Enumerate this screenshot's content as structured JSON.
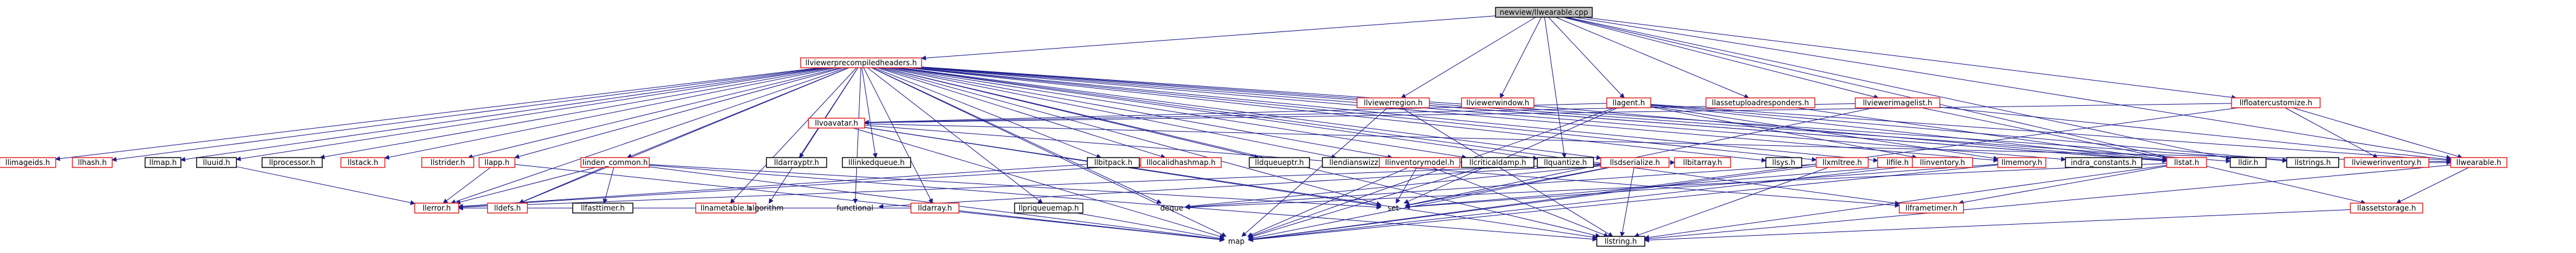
{
  "graph": {
    "root": "newview/llwearable.cpp",
    "colors": {
      "edge": "#1a1a8c",
      "missing_border": "#e02020",
      "root_fill": "#bfbfbf"
    },
    "nodes": [
      {
        "id": "root",
        "label": "newview/llwearable.cpp",
        "style": "gray"
      },
      {
        "id": "pch",
        "label": "llviewerprecompiledheaders.h",
        "style": "red"
      },
      {
        "id": "llviewerregion",
        "label": "llviewerregion.h",
        "style": "red"
      },
      {
        "id": "llviewerwindow",
        "label": "llviewerwindow.h",
        "style": "red"
      },
      {
        "id": "llagent",
        "label": "llagent.h",
        "style": "red"
      },
      {
        "id": "llassetuploadresponders",
        "label": "llassetuploadresponders.h",
        "style": "red"
      },
      {
        "id": "llviewerimagelist",
        "label": "llviewerimagelist.h",
        "style": "red"
      },
      {
        "id": "llfloatercustomize",
        "label": "llfloatercustomize.h",
        "style": "red"
      },
      {
        "id": "llimageids",
        "label": "llimageids.h",
        "style": "red"
      },
      {
        "id": "llhash",
        "label": "llhash.h",
        "style": "red"
      },
      {
        "id": "llmap",
        "label": "llmap.h",
        "style": "black"
      },
      {
        "id": "lluuid",
        "label": "lluuid.h",
        "style": "black"
      },
      {
        "id": "llprocessor",
        "label": "llprocessor.h",
        "style": "black"
      },
      {
        "id": "llstack",
        "label": "llstack.h",
        "style": "red"
      },
      {
        "id": "llstrider",
        "label": "llstrider.h",
        "style": "red"
      },
      {
        "id": "llapp",
        "label": "llapp.h",
        "style": "red"
      },
      {
        "id": "linden_common",
        "label": "linden_common.h",
        "style": "red"
      },
      {
        "id": "lldarrayptr",
        "label": "lldarrayptr.h",
        "style": "black"
      },
      {
        "id": "lllinkedqueue",
        "label": "lllinkedqueue.h",
        "style": "black"
      },
      {
        "id": "llbitpack",
        "label": "llbitpack.h",
        "style": "black"
      },
      {
        "id": "lllocalidhashmap",
        "label": "lllocalidhashmap.h",
        "style": "red"
      },
      {
        "id": "llvoavatar",
        "label": "llvoavatar.h",
        "style": "red"
      },
      {
        "id": "lldqueueptr",
        "label": "lldqueueptr.h",
        "style": "black"
      },
      {
        "id": "llendianswizzle",
        "label": "llendianswizzle.h",
        "style": "black"
      },
      {
        "id": "llinventorymodel",
        "label": "llinventorymodel.h",
        "style": "red"
      },
      {
        "id": "llcriticaldamp",
        "label": "llcriticaldamp.h",
        "style": "black"
      },
      {
        "id": "llquantize",
        "label": "llquantize.h",
        "style": "black"
      },
      {
        "id": "llsdserialize",
        "label": "llsdserialize.h",
        "style": "red"
      },
      {
        "id": "llbitarray",
        "label": "llbitarray.h",
        "style": "red"
      },
      {
        "id": "llsys",
        "label": "llsys.h",
        "style": "black"
      },
      {
        "id": "llxmltree",
        "label": "llxmltree.h",
        "style": "red"
      },
      {
        "id": "llfile",
        "label": "llfile.h",
        "style": "red"
      },
      {
        "id": "llinventory",
        "label": "llinventory.h",
        "style": "red"
      },
      {
        "id": "llmemory",
        "label": "llmemory.h",
        "style": "red"
      },
      {
        "id": "indra_constants",
        "label": "indra_constants.h",
        "style": "black"
      },
      {
        "id": "llstat",
        "label": "llstat.h",
        "style": "red"
      },
      {
        "id": "lldir",
        "label": "lldir.h",
        "style": "black"
      },
      {
        "id": "llstrings",
        "label": "llstrings.h",
        "style": "black"
      },
      {
        "id": "llviewerinventory",
        "label": "llviewerinventory.h",
        "style": "red"
      },
      {
        "id": "llwearable",
        "label": "llwearable.h",
        "style": "red"
      },
      {
        "id": "llerror",
        "label": "llerror.h",
        "style": "red"
      },
      {
        "id": "lldefs",
        "label": "lldefs.h",
        "style": "red"
      },
      {
        "id": "llfasttimer",
        "label": "llfasttimer.h",
        "style": "black"
      },
      {
        "id": "llnametable",
        "label": "llnametable.h",
        "style": "red"
      },
      {
        "id": "lldarray",
        "label": "lldarray.h",
        "style": "red"
      },
      {
        "id": "llpriqueuemap",
        "label": "llpriqueuemap.h",
        "style": "black"
      },
      {
        "id": "llframetimer",
        "label": "llframetimer.h",
        "style": "red"
      },
      {
        "id": "llassetstorage",
        "label": "llassetstorage.h",
        "style": "red"
      },
      {
        "id": "llstring",
        "label": "llstring.h",
        "style": "black"
      },
      {
        "id": "algorithm",
        "label": "algorithm",
        "style": "none"
      },
      {
        "id": "functional",
        "label": "functional",
        "style": "none"
      },
      {
        "id": "deque",
        "label": "deque",
        "style": "none"
      },
      {
        "id": "set",
        "label": "set",
        "style": "none"
      },
      {
        "id": "map",
        "label": "map",
        "style": "none"
      }
    ],
    "edges": [
      [
        "root",
        "pch"
      ],
      [
        "root",
        "llviewerregion"
      ],
      [
        "root",
        "llviewerwindow"
      ],
      [
        "root",
        "llagent"
      ],
      [
        "root",
        "llassetuploadresponders"
      ],
      [
        "root",
        "llviewerimagelist"
      ],
      [
        "root",
        "llfloatercustomize"
      ],
      [
        "root",
        "llwearable"
      ],
      [
        "root",
        "llassetstorage"
      ],
      [
        "root",
        "llquantize"
      ],
      [
        "root",
        "lldir"
      ],
      [
        "pch",
        "llimageids"
      ],
      [
        "pch",
        "llhash"
      ],
      [
        "pch",
        "llmap"
      ],
      [
        "pch",
        "lluuid"
      ],
      [
        "pch",
        "llprocessor"
      ],
      [
        "pch",
        "llstack"
      ],
      [
        "pch",
        "llstrider"
      ],
      [
        "pch",
        "llapp"
      ],
      [
        "pch",
        "linden_common"
      ],
      [
        "pch",
        "lldarrayptr"
      ],
      [
        "pch",
        "lllinkedqueue"
      ],
      [
        "pch",
        "llbitpack"
      ],
      [
        "pch",
        "lllocalidhashmap"
      ],
      [
        "pch",
        "lldqueueptr"
      ],
      [
        "pch",
        "llendianswizzle"
      ],
      [
        "pch",
        "llinventorymodel"
      ],
      [
        "pch",
        "llcriticaldamp"
      ],
      [
        "pch",
        "llquantize"
      ],
      [
        "pch",
        "llsdserialize"
      ],
      [
        "pch",
        "llsys"
      ],
      [
        "pch",
        "llxmltree"
      ],
      [
        "pch",
        "llfile"
      ],
      [
        "pch",
        "llmemory"
      ],
      [
        "pch",
        "indra_constants"
      ],
      [
        "pch",
        "llstat"
      ],
      [
        "pch",
        "lldir"
      ],
      [
        "pch",
        "llstrings"
      ],
      [
        "pch",
        "llnametable"
      ],
      [
        "pch",
        "lldarray"
      ],
      [
        "pch",
        "llpriqueuemap"
      ],
      [
        "pch",
        "algorithm"
      ],
      [
        "pch",
        "functional"
      ],
      [
        "pch",
        "deque"
      ],
      [
        "pch",
        "set"
      ],
      [
        "pch",
        "map"
      ],
      [
        "pch",
        "llstring"
      ],
      [
        "pch",
        "llframetimer"
      ],
      [
        "pch",
        "lldefs"
      ],
      [
        "pch",
        "llerror"
      ],
      [
        "linden_common",
        "llerror"
      ],
      [
        "linden_common",
        "lldefs"
      ],
      [
        "linden_common",
        "llfasttimer"
      ],
      [
        "linden_common",
        "llstring"
      ],
      [
        "linden_common",
        "map"
      ],
      [
        "linden_common",
        "set"
      ],
      [
        "llapp",
        "llerror"
      ],
      [
        "llapp",
        "map"
      ],
      [
        "lluuid",
        "llerror"
      ],
      [
        "llbitpack",
        "llerror"
      ],
      [
        "lllocalidhashmap",
        "llerror"
      ],
      [
        "llsdserialize",
        "map"
      ],
      [
        "llsdserialize",
        "llbitarray"
      ],
      [
        "llsdserialize",
        "llerror"
      ],
      [
        "llsdserialize",
        "functional"
      ],
      [
        "llsdserialize",
        "deque"
      ],
      [
        "llsdserialize",
        "set"
      ],
      [
        "llsdserialize",
        "llstring"
      ],
      [
        "lldarray",
        "map"
      ],
      [
        "lldarray",
        "llerror"
      ],
      [
        "llpriqueuemap",
        "map"
      ],
      [
        "llxmltree",
        "deque"
      ],
      [
        "llxmltree",
        "map"
      ],
      [
        "llxmltree",
        "llstring"
      ],
      [
        "llinventorymodel",
        "map"
      ],
      [
        "llinventorymodel",
        "set"
      ],
      [
        "llinventorymodel",
        "llstring"
      ],
      [
        "llcriticaldamp",
        "map"
      ],
      [
        "llstat",
        "llframetimer"
      ],
      [
        "llstat",
        "deque"
      ],
      [
        "llstat",
        "llstring"
      ],
      [
        "llmemory",
        "set"
      ],
      [
        "llmemory",
        "map"
      ],
      [
        "llviewerregion",
        "llstat"
      ],
      [
        "llviewerregion",
        "llstring"
      ],
      [
        "llviewerregion",
        "map"
      ],
      [
        "llviewerwindow",
        "llstat"
      ],
      [
        "llagent",
        "llstat"
      ],
      [
        "llagent",
        "llmemory"
      ],
      [
        "llagent",
        "llstrings"
      ],
      [
        "llagent",
        "llinventory"
      ],
      [
        "llagent",
        "set"
      ],
      [
        "llagent",
        "map"
      ],
      [
        "llagent",
        "llwearable"
      ],
      [
        "llagent",
        "llvoavatar"
      ],
      [
        "llassetuploadresponders",
        "llstat"
      ],
      [
        "llviewerimagelist",
        "llstat"
      ],
      [
        "llviewerimagelist",
        "set"
      ],
      [
        "llviewerimagelist",
        "llwearable"
      ],
      [
        "llviewerimagelist",
        "llvoavatar"
      ],
      [
        "llfloatercustomize",
        "llvoavatar"
      ],
      [
        "llfloatercustomize",
        "llwearable"
      ],
      [
        "llfloatercustomize",
        "llviewerinventory"
      ],
      [
        "llfloatercustomize",
        "map"
      ],
      [
        "llvoavatar",
        "llwearable"
      ],
      [
        "llvoavatar",
        "map"
      ],
      [
        "llvoavatar",
        "set"
      ],
      [
        "llvoavatar",
        "llstring"
      ],
      [
        "llvoavatar",
        "llframetimer"
      ],
      [
        "llviewerinventory",
        "llwearable"
      ],
      [
        "llwearable",
        "llassetstorage"
      ],
      [
        "llwearable",
        "llstring"
      ],
      [
        "llassetstorage",
        "llstring"
      ],
      [
        "llinventory",
        "set"
      ],
      [
        "llinventory",
        "map"
      ]
    ]
  }
}
